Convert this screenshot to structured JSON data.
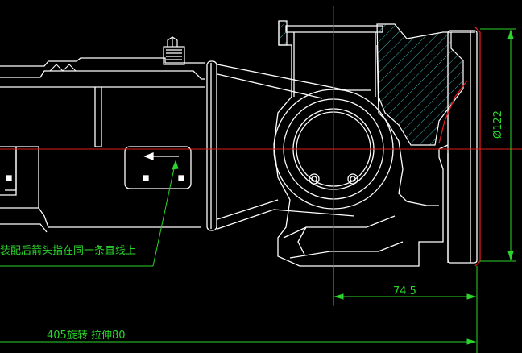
{
  "drawing": {
    "annotations": {
      "assembly_note": "装配后箭头指在同一条直线上",
      "dim_horizontal": "74.5",
      "dim_diameter": "Ø122",
      "dim_bottom": "405旋转  拉伸80"
    },
    "colors": {
      "background": "#000000",
      "outline": "#ffffff",
      "centerline": "#e01a1a",
      "dimension": "#2bd52b",
      "hatch": "#3fb3b3"
    }
  }
}
